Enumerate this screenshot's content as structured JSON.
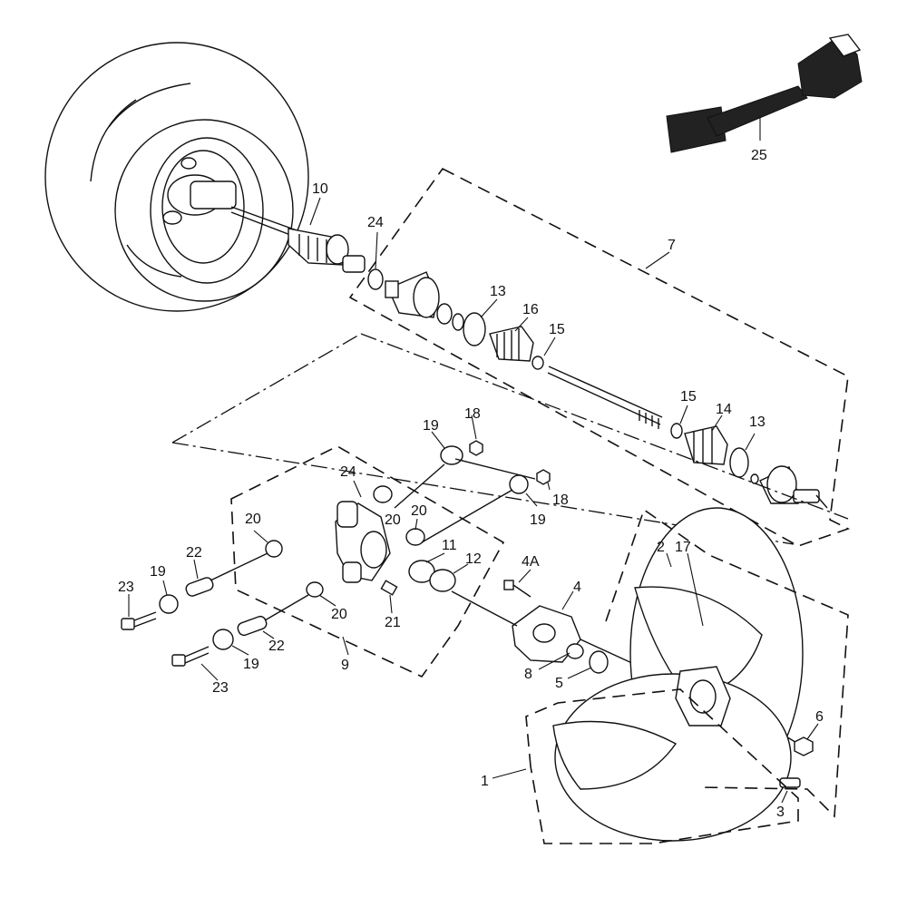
{
  "callouts": {
    "c1": "1",
    "c2": "2",
    "c3": "3",
    "c4": "4",
    "c4a": "4A",
    "c5": "5",
    "c6": "6",
    "c7": "7",
    "c8": "8",
    "c9": "9",
    "c10": "10",
    "c11": "11",
    "c12": "12",
    "c13a": "13",
    "c13b": "13",
    "c14": "14",
    "c15a": "15",
    "c15b": "15",
    "c16": "16",
    "c17": "17",
    "c18a": "18",
    "c18b": "18",
    "c19a": "19",
    "c19b": "19",
    "c19c": "19",
    "c19d": "19",
    "c20a": "20",
    "c20b": "20",
    "c20c": "20",
    "c20d": "20",
    "c21": "21",
    "c22a": "22",
    "c22b": "22",
    "c23a": "23",
    "c23b": "23",
    "c24a": "24",
    "c24b": "24",
    "c25": "25"
  }
}
